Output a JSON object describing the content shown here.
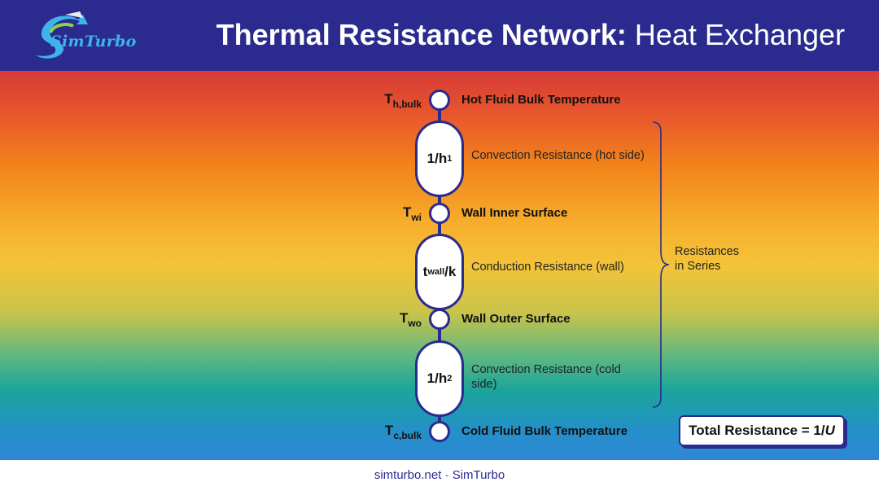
{
  "header": {
    "logo_text": "SimTurbo",
    "title_bold": "Thermal Resistance Network:",
    "title_rest": " Heat Exchanger"
  },
  "nodes": [
    {
      "symbol": "T",
      "subscript": "h,bulk",
      "label": "Hot Fluid Bulk Temperature"
    },
    {
      "symbol": "T",
      "subscript": "wi",
      "label": "Wall Inner Surface"
    },
    {
      "symbol": "T",
      "subscript": "wo",
      "label": "Wall Outer Surface"
    },
    {
      "symbol": "T",
      "subscript": "c,bulk",
      "label": "Cold Fluid Bulk Temperature"
    }
  ],
  "resistances": [
    {
      "pre": "1/h",
      "sub": "1",
      "post": "",
      "label": "Convection Resistance (hot side)"
    },
    {
      "pre": "t",
      "sub": "wall",
      "post": "/k",
      "label": "Conduction Resistance (wall)"
    },
    {
      "pre": "1/h",
      "sub": "2",
      "post": "",
      "label": "Convection Resistance (cold side)"
    }
  ],
  "brace_label_line1": "Resistances",
  "brace_label_line2": "in Series",
  "total": {
    "text": "Total Resistance = 1/",
    "var": "U"
  },
  "footer": "simturbo.net · SimTurbo",
  "colors": {
    "navy": "#2b2a8e",
    "accent": "#3fb4e8"
  }
}
